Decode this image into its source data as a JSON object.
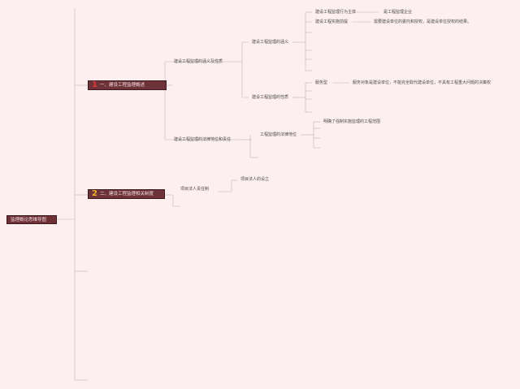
{
  "root": {
    "label": "监理概论思维导图"
  },
  "branches": [
    {
      "number": "1",
      "label": "一、建设工程监理概述",
      "color": "#e03a3a"
    },
    {
      "number": "2",
      "label": "二、建设工程监理相关制度",
      "color": "#f0b030"
    }
  ],
  "nodes": {
    "n1": "建设工程监理的涵义及性质",
    "n1_1": "建设工程监理的涵义",
    "n1_1_1": "建设工程监理行为主体",
    "n1_1_1_1": "是工程监理企业",
    "n1_1_2": "建设工程实施前提",
    "n1_1_2_1": "需要建设单位的委托和授权，是建设单位授权的结果。",
    "n1_2": "建设工程监理的性质",
    "n1_2_1": "服务型",
    "n1_2_1_1": "服务对象是建设单位，不能完全取代建设单位，不具有工程重大问题的决策权",
    "n2": "建设工程监理的法律地位和责任",
    "n2_1": "工程监理的法律地位",
    "n2_1_1": "明确了强制实施监理的工程范围",
    "n3": "项目法人责任制",
    "n3_1": "项目法人的设立"
  }
}
